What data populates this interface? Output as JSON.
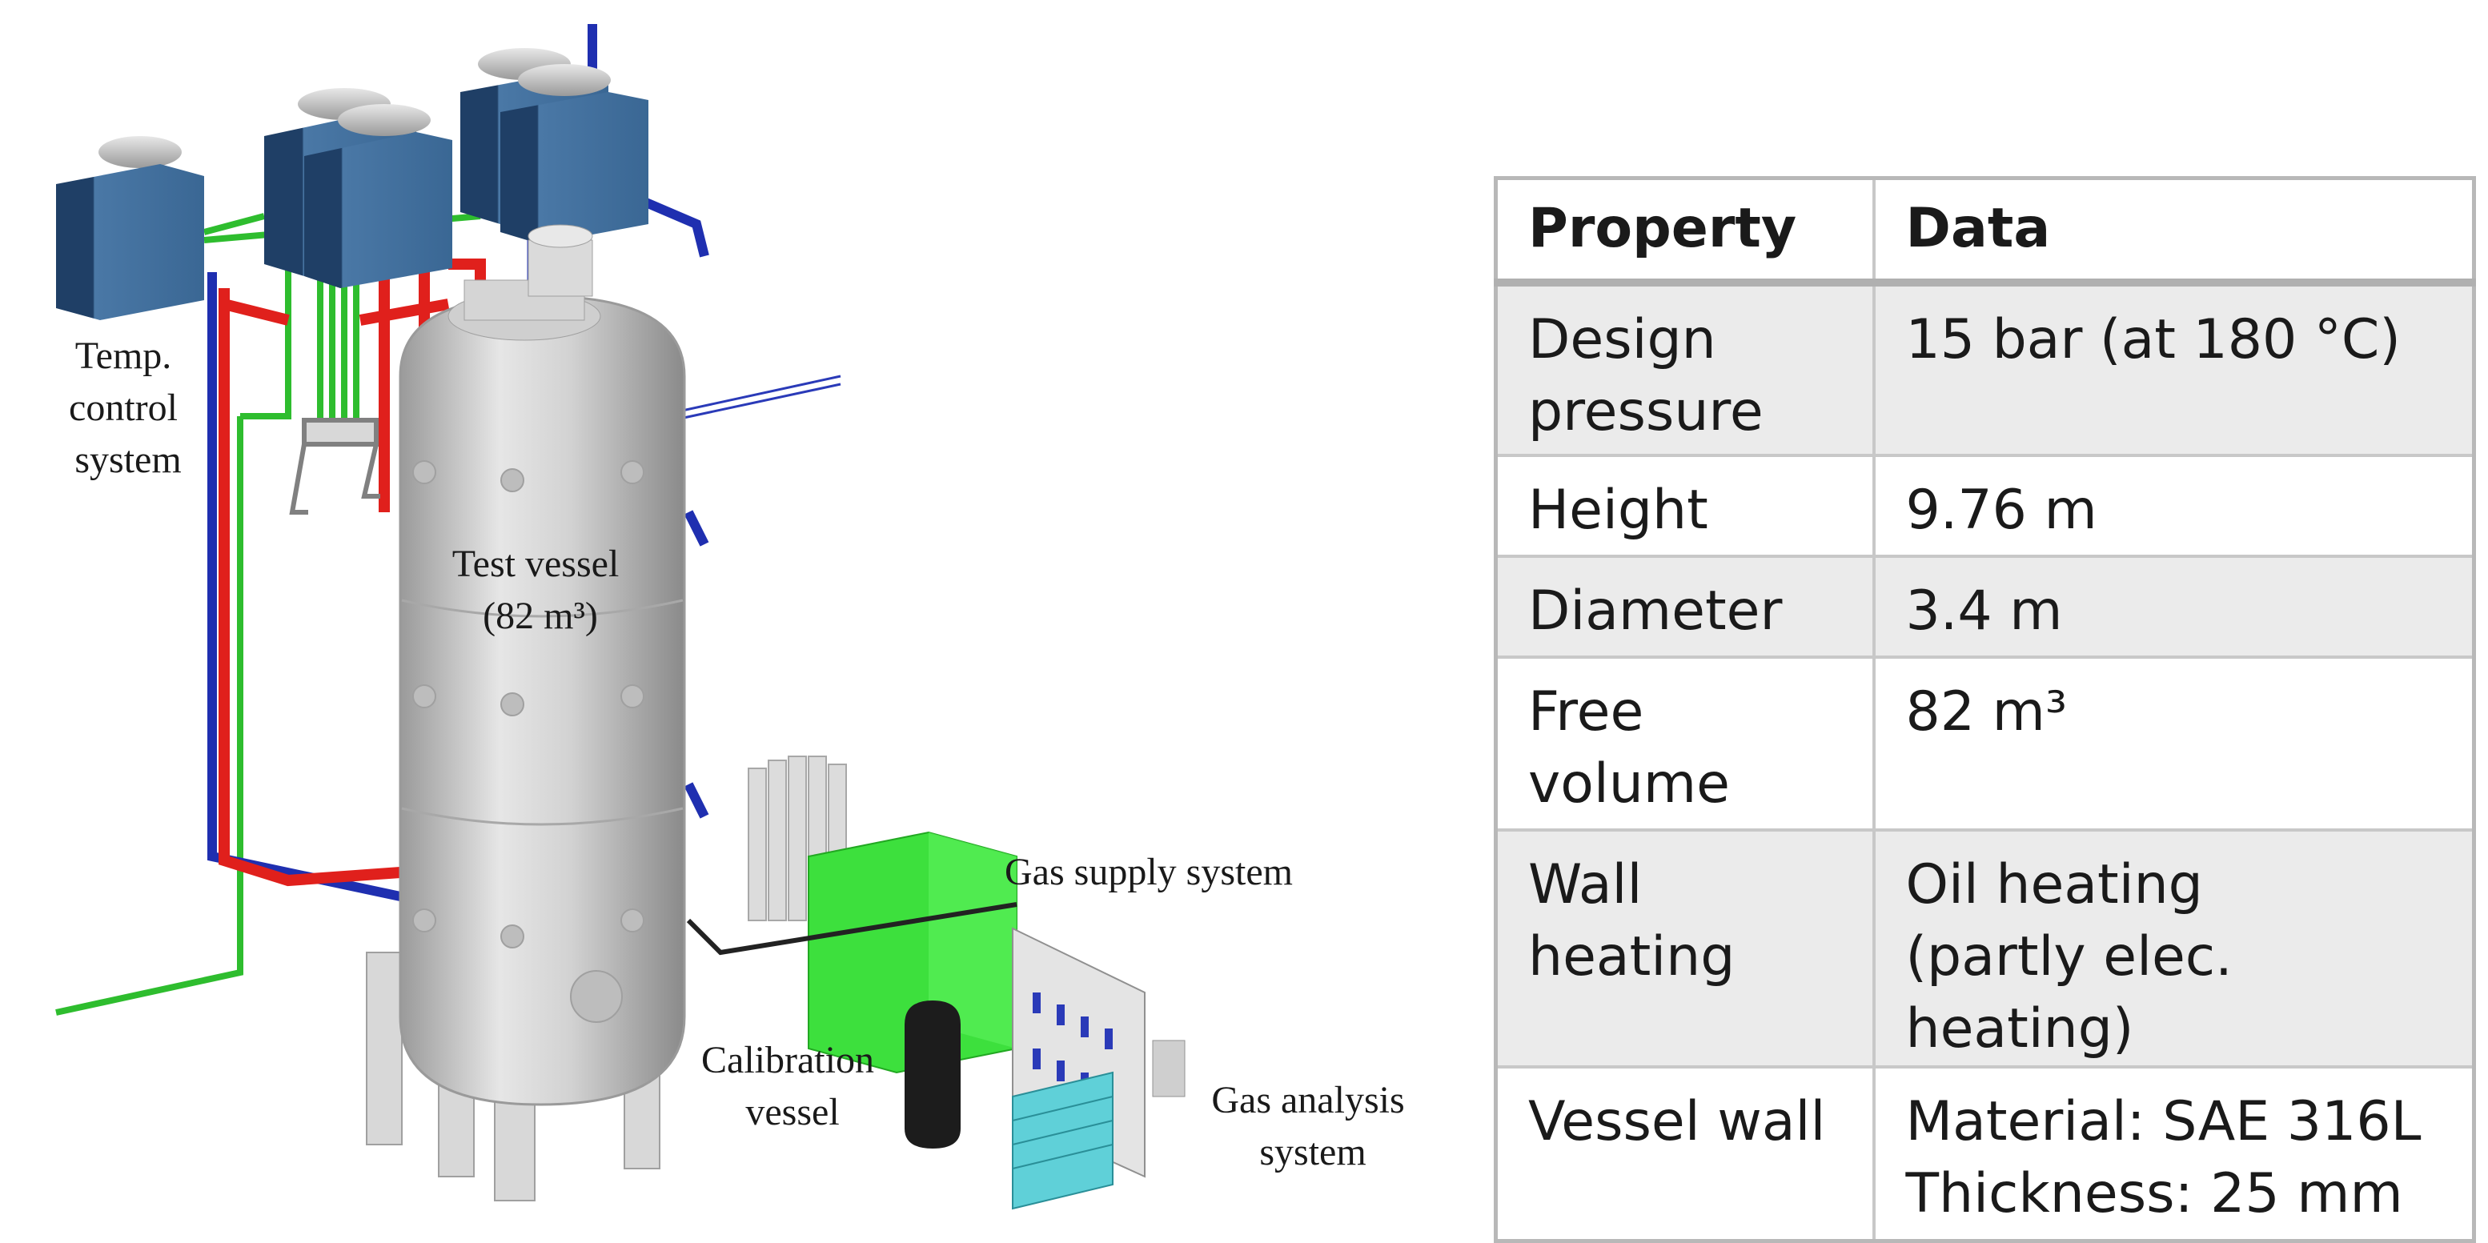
{
  "diagram_labels": {
    "temp_control": [
      "Temp.",
      "control",
      "system"
    ],
    "test_vessel": [
      "Test vessel",
      "(82 m³)"
    ],
    "gas_supply": "Gas supply system",
    "calibration": [
      "Calibration",
      "vessel"
    ],
    "gas_analysis": [
      "Gas analysis",
      "system"
    ]
  },
  "table": {
    "headers": [
      "Property",
      "Data"
    ],
    "rows": [
      {
        "property": "Design\npressure",
        "data": "15 bar (at 180 °C)"
      },
      {
        "property": "Height",
        "data": "9.76 m"
      },
      {
        "property": "Diameter",
        "data": "3.4 m"
      },
      {
        "property": "Free\nvolume",
        "data": "82 m³"
      },
      {
        "property": "Wall\nheating",
        "data": "Oil heating\n(partly elec. heating)"
      },
      {
        "property": "Vessel wall",
        "data": "Material: SAE 316L\nThickness: 25 mm"
      }
    ]
  },
  "colors": {
    "pipe_red": "#e0201c",
    "pipe_blue": "#1f2fb0",
    "pipe_green": "#2ebd2e",
    "unit_blue": "#3f6f9f",
    "vessel_gray": "#c8c8c8",
    "gas_green": "#3de03d",
    "analysis_cyan": "#5fd0d8"
  }
}
